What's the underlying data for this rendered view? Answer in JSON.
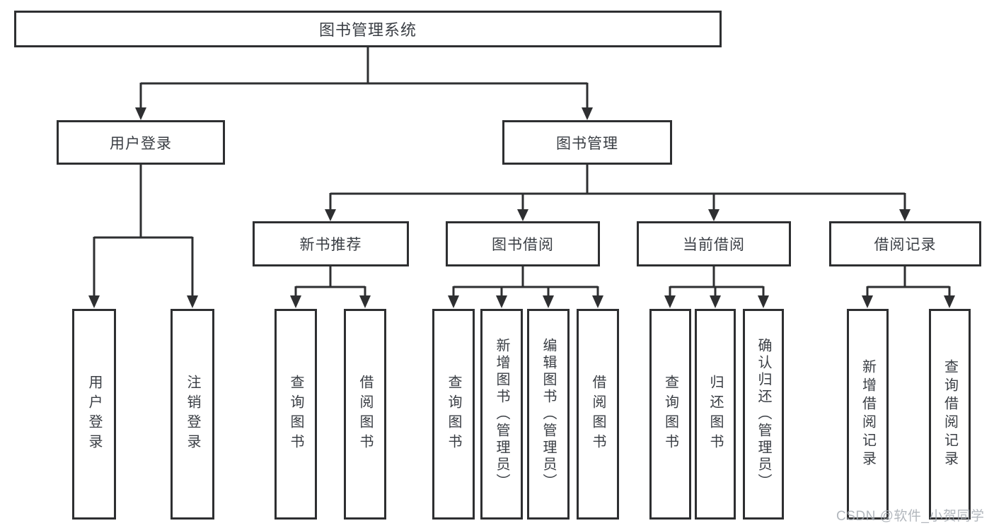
{
  "diagram": {
    "root": {
      "label": "图书管理系统"
    },
    "branches": [
      {
        "label": "用户登录",
        "children": [
          {
            "label": "用户登录"
          },
          {
            "label": "注销登录"
          }
        ]
      },
      {
        "label": "图书管理",
        "children": [
          {
            "label": "新书推荐",
            "children": [
              {
                "label": "查询图书"
              },
              {
                "label": "借阅图书"
              }
            ]
          },
          {
            "label": "图书借阅",
            "children": [
              {
                "label": "查询图书"
              },
              {
                "label": "新增图书（管理员）"
              },
              {
                "label": "编辑图书（管理员）"
              },
              {
                "label": "借阅图书"
              }
            ]
          },
          {
            "label": "当前借阅",
            "children": [
              {
                "label": "查询图书"
              },
              {
                "label": "归还图书"
              },
              {
                "label": "确认归还（管理员）"
              }
            ]
          },
          {
            "label": "借阅记录",
            "children": [
              {
                "label": "新增借阅记录"
              },
              {
                "label": "查询借阅记录"
              }
            ]
          }
        ]
      }
    ]
  },
  "watermark": "CSDN @软件_小贺同学",
  "colors": {
    "line": "#2e2f31",
    "text": "#3a3e44",
    "watermark": "#a4aab1",
    "background": "#ffffff"
  }
}
